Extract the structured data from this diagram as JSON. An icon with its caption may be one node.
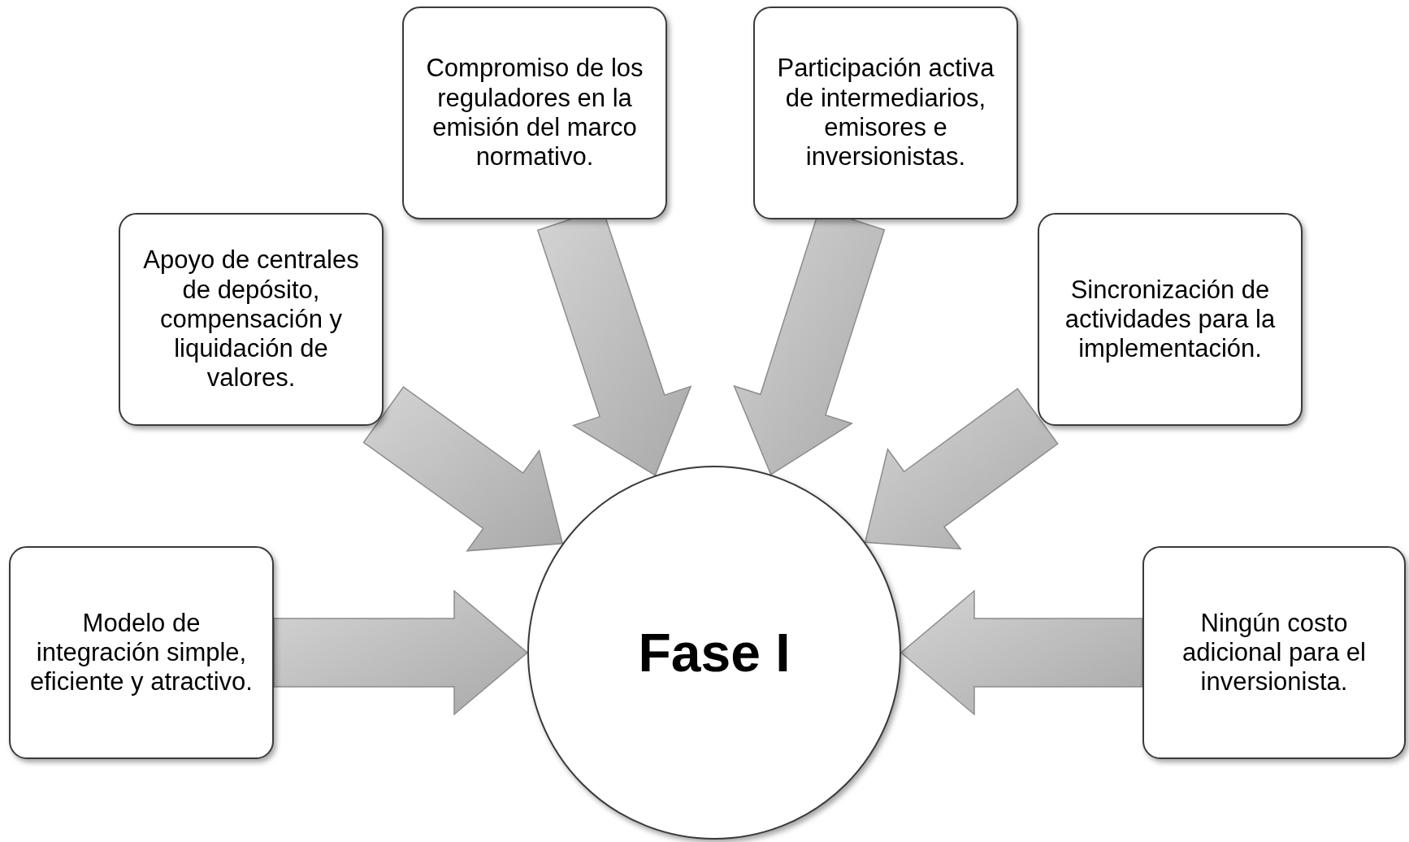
{
  "diagram": {
    "nodes": [
      {
        "text": [
          "Compromiso de los reguladores en la emisión del marco normativo."
        ]
      },
      {
        "text": [
          "Participación activa de intermediarios, emisores e inversionistas."
        ]
      },
      {
        "text": [
          "Apoyo de centrales de depósito, compensación y liquidación de valores."
        ]
      },
      {
        "text": [
          "Sincronización de actividades para la implementación."
        ]
      },
      {
        "text": [
          "Modelo de integración simple, eficiente y atractivo."
        ]
      },
      {
        "text": [
          "Ningún costo adicional para el inversionista."
        ]
      },
      {
        "text": [
          "Fase I"
        ]
      }
    ],
    "edges": [
      {
        "from": 0,
        "to": 6,
        "arrow": "to"
      },
      {
        "from": 1,
        "to": 6,
        "arrow": "to"
      },
      {
        "from": 2,
        "to": 6,
        "arrow": "to"
      },
      {
        "from": 3,
        "to": 6,
        "arrow": "to"
      },
      {
        "from": 4,
        "to": 6,
        "arrow": "to"
      },
      {
        "from": 5,
        "to": 6,
        "arrow": "to"
      }
    ]
  }
}
